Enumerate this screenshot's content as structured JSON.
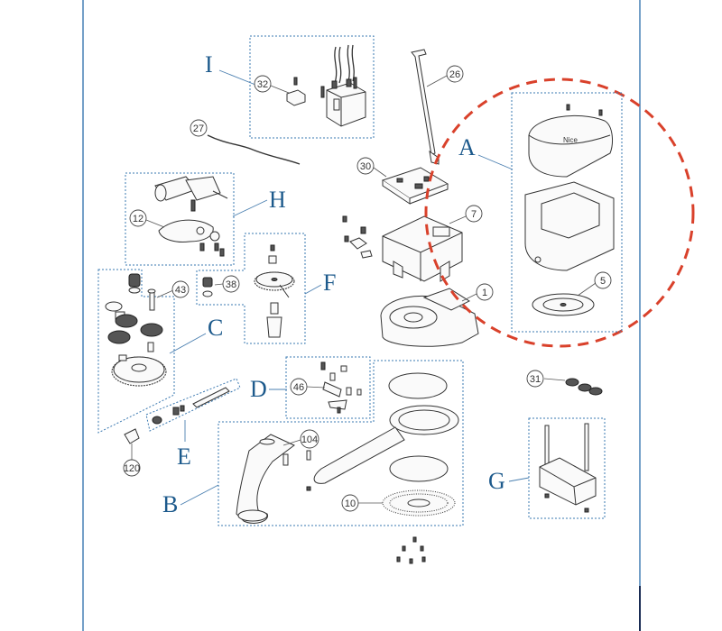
{
  "groups": {
    "A": "A",
    "B": "B",
    "C": "C",
    "D": "D",
    "E": "E",
    "F": "F",
    "G": "G",
    "H": "H",
    "I": "I"
  },
  "callouts": {
    "c1": "1",
    "c5": "5",
    "c7": "7",
    "c10": "10",
    "c12": "12",
    "c26": "26",
    "c27": "27",
    "c30": "30",
    "c31": "31",
    "c32": "32",
    "c38": "38",
    "c43": "43",
    "c46": "46",
    "c104": "104",
    "c120": "120"
  },
  "colors": {
    "frame": "#3a78b0",
    "highlight": "#d9412b",
    "letters": "#1d5a8c"
  }
}
